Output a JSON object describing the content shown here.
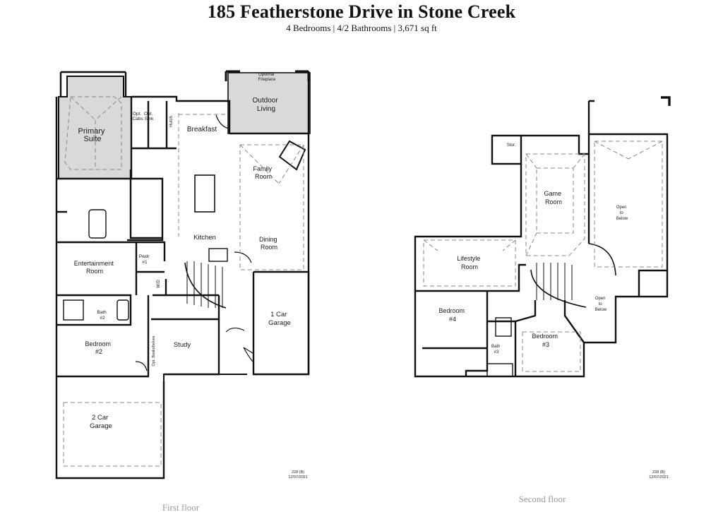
{
  "header": {
    "title": "185 Featherstone Drive in Stone Creek",
    "subtitle": "4 Bedrooms | 4/2 Bathrooms | 3,671 sq ft"
  },
  "first_floor": {
    "caption": "First floor",
    "plan_code": "228 (B)",
    "plan_date": "12/07/2021",
    "rooms": {
      "primary_suite": [
        "Primary",
        "Suite"
      ],
      "opt_cabs": [
        "Opt.",
        "Cabs"
      ],
      "opt_sink": [
        "Opt.",
        "Sink"
      ],
      "hutch": "Hutch",
      "breakfast": "Breakfast",
      "optional_fireplace": [
        "Optional",
        "Fireplace"
      ],
      "outdoor_living": [
        "Outdoor",
        "Living"
      ],
      "family_room": [
        "Family",
        "Room"
      ],
      "kitchen": "Kitchen",
      "dining_room": [
        "Dining",
        "Room"
      ],
      "entertainment_room": [
        "Entertainment",
        "Room"
      ],
      "powder": [
        "Pwdr",
        "#1"
      ],
      "wd": "W/D",
      "bath_2": [
        "Bath",
        "#2"
      ],
      "bedroom_2": [
        "Bedroom",
        "#2"
      ],
      "study": "Study",
      "opt_bookshelves": "Opt. Bookshelves",
      "one_car_garage": [
        "1 Car",
        "Garage"
      ],
      "two_car_garage": [
        "2 Car",
        "Garage"
      ]
    }
  },
  "second_floor": {
    "caption": "Second floor",
    "plan_code": "228 (B)",
    "plan_date": "12/07/2021",
    "rooms": {
      "stor": "Stor.",
      "game_room": [
        "Game",
        "Room"
      ],
      "open_to_below_1": [
        "Open",
        "to",
        "Below"
      ],
      "lifestyle_room": [
        "Lifestyle",
        "Room"
      ],
      "open_to_below_2": [
        "Open",
        "to",
        "Below"
      ],
      "bedroom_4": [
        "Bedroom",
        "#4"
      ],
      "bath_3": [
        "Bath",
        "#3"
      ],
      "bedroom_3": [
        "Bedroom",
        "#3"
      ]
    }
  },
  "colors": {
    "wall": "#111111",
    "highlight_fill": "#d9d9d9",
    "dashed_line": "#888888",
    "caption_gray": "#9a9a9a"
  }
}
